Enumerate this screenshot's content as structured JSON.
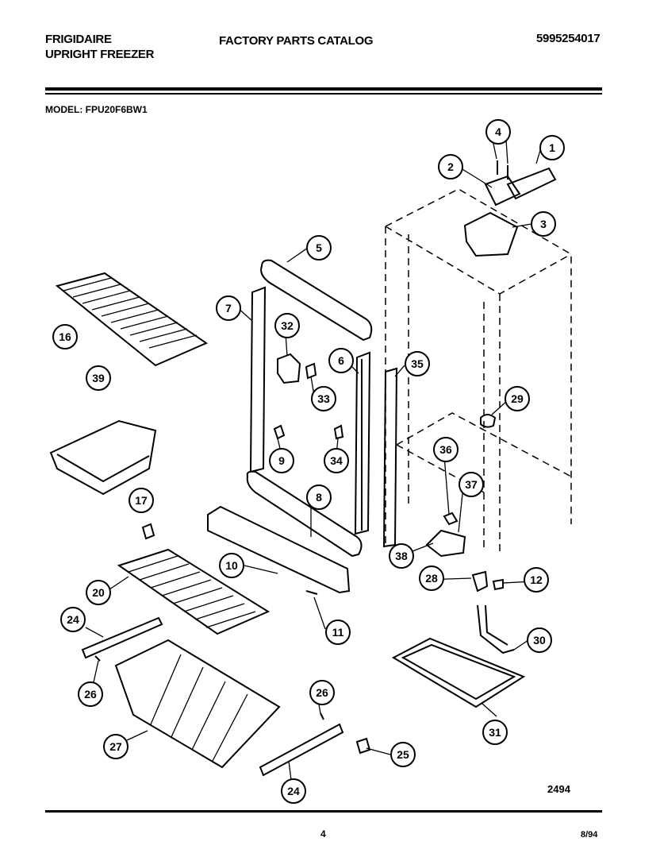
{
  "header": {
    "brand_line1": "FRIGIDAIRE",
    "brand_line2": "UPRIGHT FREEZER",
    "catalog_title": "FACTORY PARTS CATALOG",
    "part_number": "5995254017"
  },
  "model_label": "MODEL:  FPU20F6BW1",
  "callouts": [
    "1",
    "2",
    "3",
    "4",
    "5",
    "6",
    "7",
    "8",
    "9",
    "10",
    "11",
    "12",
    "16",
    "17",
    "20",
    "24",
    "24",
    "25",
    "26",
    "26",
    "27",
    "28",
    "29",
    "30",
    "31",
    "32",
    "33",
    "34",
    "35",
    "36",
    "37",
    "38",
    "39"
  ],
  "footer": {
    "diagram_code": "2494",
    "page_number": "4",
    "date": "8/94"
  }
}
